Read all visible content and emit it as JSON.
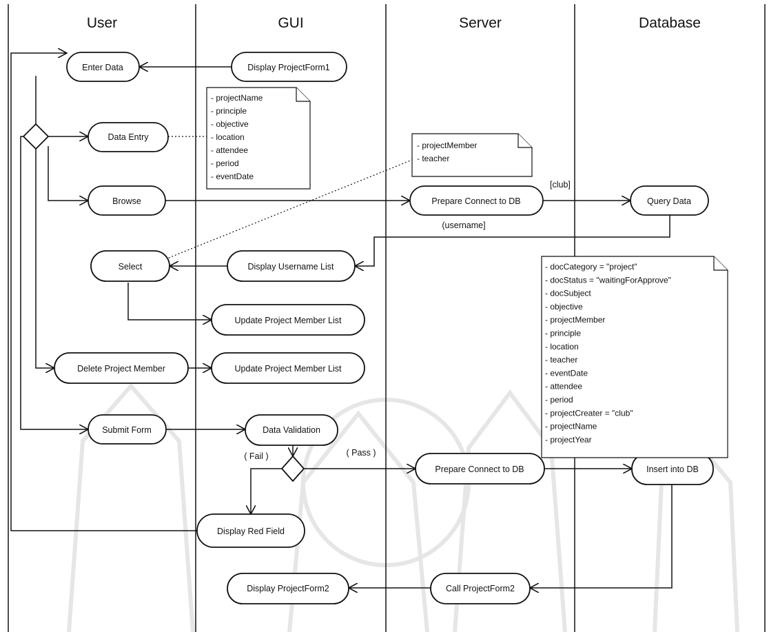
{
  "lanes": {
    "user": "User",
    "gui": "GUI",
    "server": "Server",
    "database": "Database"
  },
  "nodes": {
    "enter_data": "Enter Data",
    "display_projectform1": "Display ProjectForm1",
    "data_entry": "Data Entry",
    "browse": "Browse",
    "prepare_connect_1": "Prepare Connect to DB",
    "query_data": "Query Data",
    "select": "Select",
    "display_username_list": "Display Username List",
    "update_member_list_1": "Update Project Member List",
    "delete_member": "Delete Project Member",
    "update_member_list_2": "Update Project Member List",
    "submit_form": "Submit Form",
    "data_validation": "Data Validation",
    "prepare_connect_2": "Prepare Connect to DB",
    "insert_db": "Insert into DB",
    "display_red_field": "Display Red Field",
    "display_projectform2": "Display ProjectForm2",
    "call_projectform2": "Call ProjectForm2"
  },
  "guards": {
    "club": "[club]",
    "username": "(username]",
    "fail": "( Fail )",
    "pass": "( Pass )"
  },
  "notes": {
    "form_fields": [
      "- projectName",
      "- principle",
      "- objective",
      "- location",
      "- attendee",
      "- period",
      "- eventDate"
    ],
    "member_fields": [
      "- projectMember",
      "- teacher"
    ],
    "db_fields": [
      "- docCategory = \"project\"",
      "- docStatus = \"waitingForApprove\"",
      "- docSubject",
      "- objective",
      "- projectMember",
      "- principle",
      "- location",
      "- teacher",
      "- eventDate",
      "- attendee",
      "- period",
      "- projectCreater = \"club\"",
      "- projectName",
      "- projectYear"
    ]
  }
}
